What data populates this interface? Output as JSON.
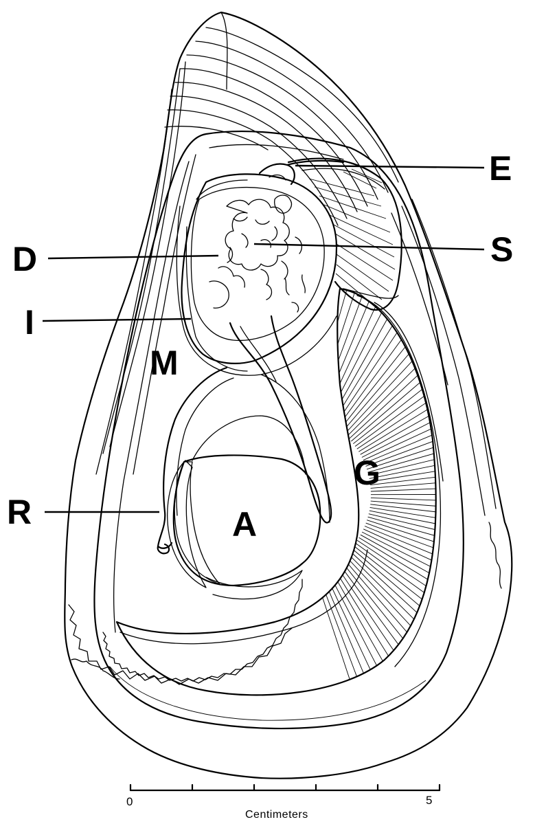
{
  "labels": {
    "E": "E",
    "S": "S",
    "D": "D",
    "I": "I",
    "M": "M",
    "G": "G",
    "R": "R",
    "A": "A"
  },
  "scale_bar": {
    "start_label": "0",
    "end_label": "5",
    "caption": "Centimeters"
  }
}
